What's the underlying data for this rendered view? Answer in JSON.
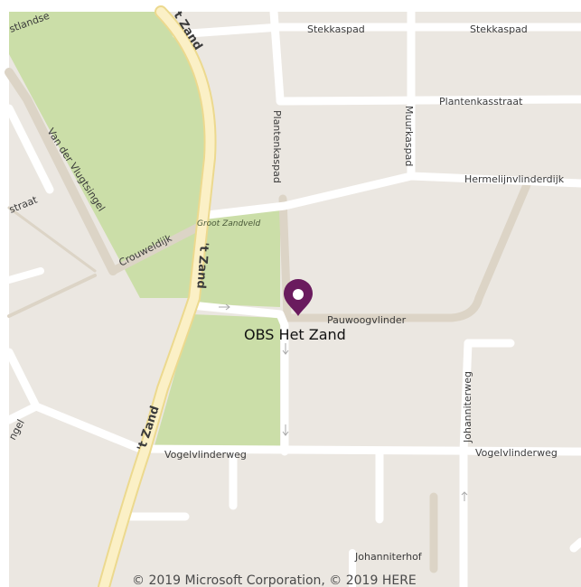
{
  "colors": {
    "land": "#ebe7e1",
    "park": "#cbdea8",
    "road": "#ffffff",
    "path": "#dcd4c6",
    "main_road": "#fbf0c6",
    "main_road_edge": "#ecd98e",
    "pin": "#6a1b5e"
  },
  "streets": {
    "stekkaspad_1": "Stekkaspad",
    "stekkaspad_2": "Stekkaspad",
    "plantenkasstraat": "Plantenkasstraat",
    "plantenkaspad": "Plantenkaspad",
    "muurkaspad": "Muurkaspad",
    "hermelijnvlinderdijk": "Hermelijnvlinderdijk",
    "van_der_vlugtsingel": "Van der Vlugtsingel",
    "crouweldijk": "Crouweldijk",
    "groot_zandveld": "Groot Zandveld",
    "t_zand_top": "t Zand",
    "t_zand_mid": "'t Zand",
    "t_zand_bottom": "'t Zand",
    "pauwoogvlinder": "Pauwoogvlinder",
    "johanniterweg": "Johanniterweg",
    "vogelvlinderweg_1": "Vogelvlinderweg",
    "vogelvlinderweg_2": "Vogelvlinderweg",
    "johanniterhof": "Johanniterhof",
    "stlandse": "stlandse",
    "straat_left": "straat",
    "singel_left": "ngel"
  },
  "pin": {
    "icon": "map-pin-icon",
    "label": "OBS Het Zand"
  },
  "attribution": "© 2019 Microsoft Corporation, © 2019 HERE"
}
